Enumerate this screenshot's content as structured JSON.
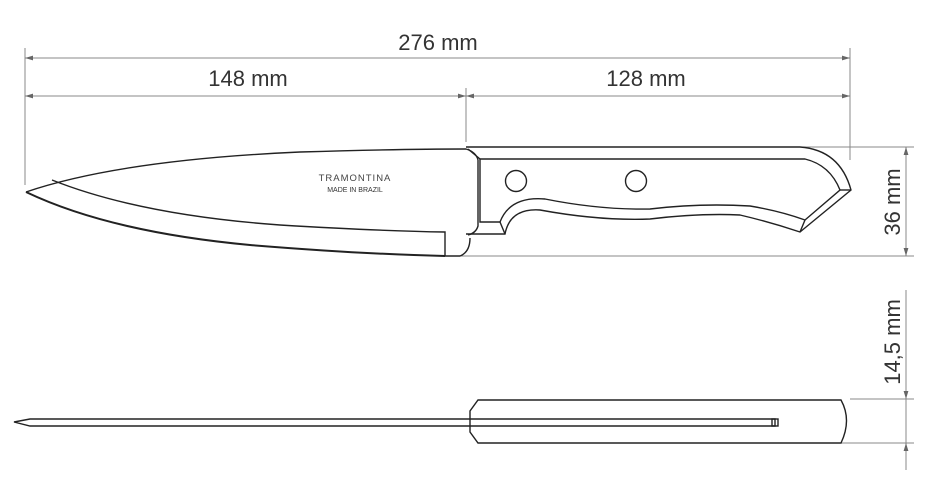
{
  "diagram": {
    "dimensions": {
      "total_length": "276 mm",
      "blade_length": "148 mm",
      "handle_length": "128 mm",
      "handle_height": "36 mm",
      "handle_thickness": "14,5 mm"
    },
    "blade_marking": {
      "brand": "TRAMONTINA",
      "origin": "MADE IN BRAZIL"
    }
  }
}
